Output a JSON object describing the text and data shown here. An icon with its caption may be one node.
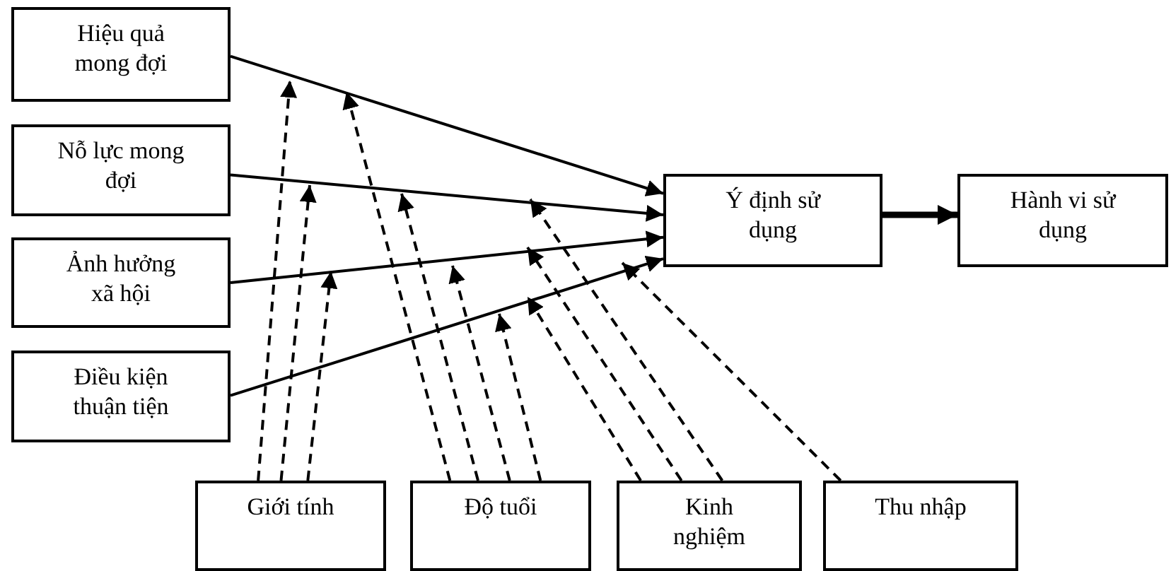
{
  "diagram": {
    "nodes": [
      {
        "text": [
          "Hiệu quả mong đợi"
        ]
      },
      {
        "text": [
          "Nỗ lực mong đợi"
        ]
      },
      {
        "text": [
          "Ảnh hưởng xã hội"
        ]
      },
      {
        "text": [
          "Điều kiện thuận tiện"
        ]
      },
      {
        "text": [
          "Ý định sử dụng"
        ]
      },
      {
        "text": [
          "Hành vi sử dụng"
        ]
      },
      {
        "text": [
          "Giới tính"
        ]
      },
      {
        "text": [
          "Độ tuổi"
        ]
      },
      {
        "text": [
          "Kinh nghiệm"
        ]
      },
      {
        "text": [
          "Thu nhập"
        ]
      }
    ],
    "edges": [
      {
        "from": 0,
        "to": 4,
        "arrow": "to"
      },
      {
        "from": 1,
        "to": 4,
        "arrow": "to"
      },
      {
        "from": 2,
        "to": 4,
        "arrow": "to"
      },
      {
        "from": 3,
        "to": 4,
        "arrow": "to"
      },
      {
        "from": 4,
        "to": 5,
        "arrow": "to",
        "style": "thick"
      },
      {
        "from": 6,
        "to": null,
        "arrow": "to",
        "style": "dashed"
      },
      {
        "from": 6,
        "to": null,
        "arrow": "to",
        "style": "dashed"
      },
      {
        "from": 6,
        "to": null,
        "arrow": "to",
        "style": "dashed"
      },
      {
        "from": 7,
        "to": null,
        "arrow": "to",
        "style": "dashed"
      },
      {
        "from": 7,
        "to": null,
        "arrow": "to",
        "style": "dashed"
      },
      {
        "from": 7,
        "to": null,
        "arrow": "to",
        "style": "dashed"
      },
      {
        "from": 7,
        "to": null,
        "arrow": "to",
        "style": "dashed"
      },
      {
        "from": 8,
        "to": null,
        "arrow": "to",
        "style": "dashed"
      },
      {
        "from": 8,
        "to": null,
        "arrow": "to",
        "style": "dashed"
      },
      {
        "from": 8,
        "to": null,
        "arrow": "to",
        "style": "dashed"
      },
      {
        "from": 9,
        "to": null,
        "arrow": "to",
        "style": "dashed"
      }
    ]
  }
}
